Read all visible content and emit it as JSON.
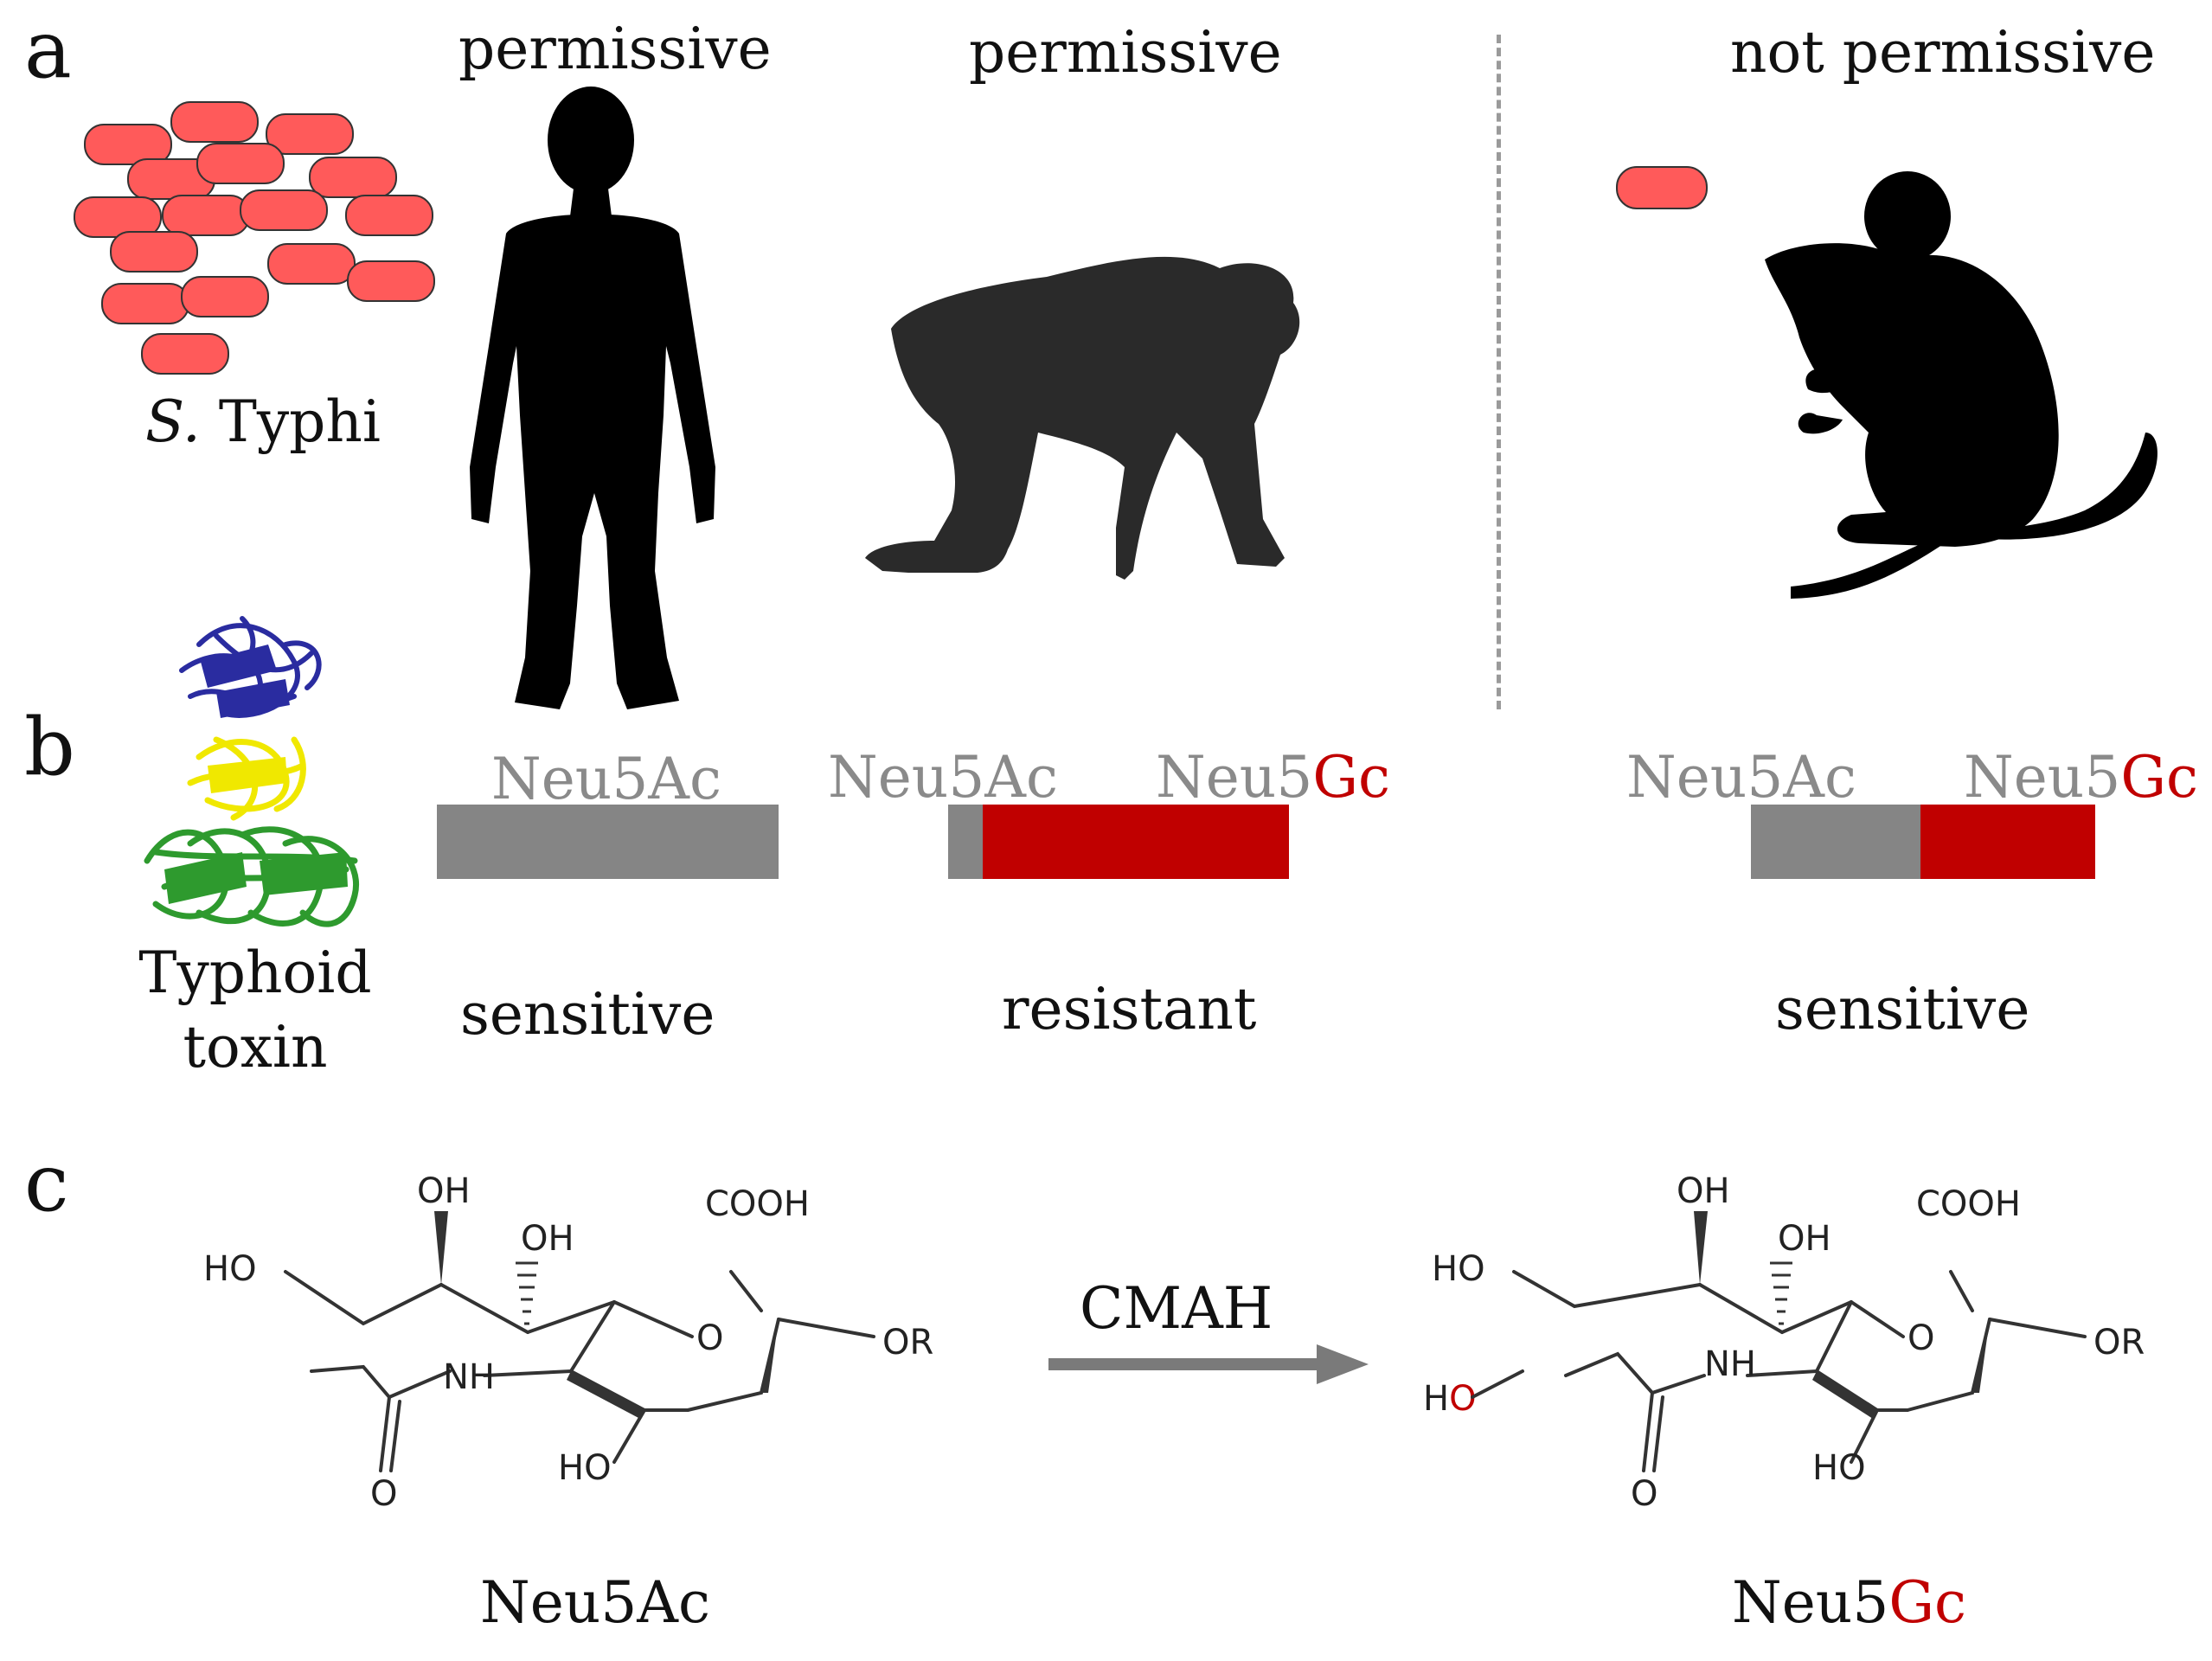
{
  "panels": {
    "a": "a",
    "b": "b",
    "c": "c"
  },
  "colors": {
    "bacteria": "#ff5a5a",
    "neu5ac_bar": "#858585",
    "neu5gc_bar": "#c00000",
    "gc_text": "#c00000",
    "silhouette": "#000000",
    "toxin_top": "#2a2ca0",
    "toxin_mid": "#f0e800",
    "toxin_bottom": "#2e9a2e"
  },
  "organism": {
    "bacteria_prefix": "S.",
    "bacteria_name": "Typhi",
    "toxin_line1": "Typhoid",
    "toxin_line2": "toxin"
  },
  "hosts": {
    "human": {
      "permissiveness": "permissive",
      "sensitivity": "sensitive",
      "icon": "human-silhouette-icon"
    },
    "chimp": {
      "permissiveness": "permissive",
      "sensitivity": "resistant",
      "icon": "chimpanzee-silhouette-icon"
    },
    "mouse": {
      "permissiveness": "not permissive",
      "sensitivity": "sensitive",
      "icon": "mouse-silhouette-icon"
    }
  },
  "sialic": {
    "ac": "Neu5Ac",
    "gc_prefix": "Neu5",
    "gc_suffix": "Gc"
  },
  "composition": {
    "human": {
      "neu5ac_fraction": 1.0,
      "neu5gc_fraction": 0.0
    },
    "chimp": {
      "neu5ac_fraction": 0.1,
      "neu5gc_fraction": 0.9
    },
    "mouse": {
      "neu5ac_fraction": 0.5,
      "neu5gc_fraction": 0.5
    }
  },
  "reaction": {
    "enzyme": "CMAH",
    "left_label": "Neu5Ac",
    "right_prefix": "Neu5",
    "right_suffix": "Gc"
  },
  "structure": {
    "oh": "OH",
    "ho": "HO",
    "nh": "NH",
    "o": "O",
    "cooh": "COOH",
    "or": "OR",
    "h": "H"
  }
}
